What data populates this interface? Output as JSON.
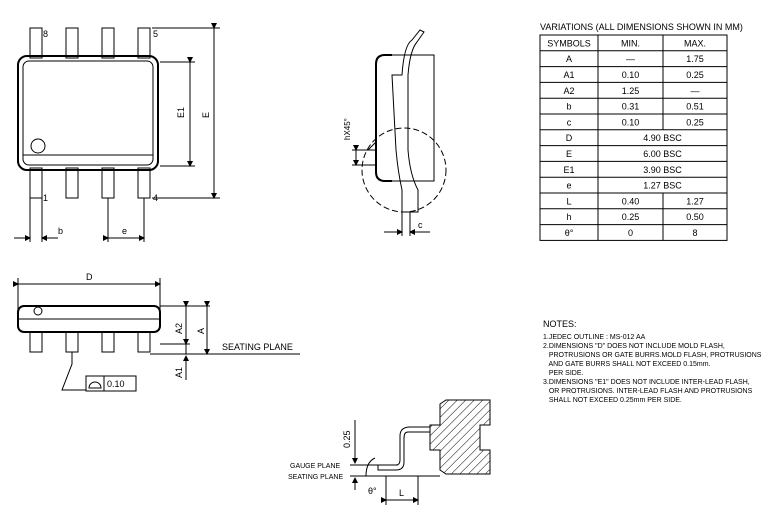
{
  "table": {
    "title": "VARIATIONS (ALL DIMENSIONS SHOWN IN MM)",
    "headers": [
      "SYMBOLS",
      "MIN.",
      "MAX."
    ],
    "rows": [
      {
        "symbol": "A",
        "min": "—",
        "max": "1.75"
      },
      {
        "symbol": "A1",
        "min": "0.10",
        "max": "0.25"
      },
      {
        "symbol": "A2",
        "min": "1.25",
        "max": "—"
      },
      {
        "symbol": "b",
        "min": "0.31",
        "max": "0.51"
      },
      {
        "symbol": "c",
        "min": "0.10",
        "max": "0.25"
      },
      {
        "symbol": "D",
        "span": "4.90 BSC"
      },
      {
        "symbol": "E",
        "span": "6.00 BSC"
      },
      {
        "symbol": "E1",
        "span": "3.90 BSC"
      },
      {
        "symbol": "e",
        "span": "1.27 BSC"
      },
      {
        "symbol": "L",
        "min": "0.40",
        "max": "1.27"
      },
      {
        "symbol": "h",
        "min": "0.25",
        "max": "0.50"
      },
      {
        "symbol": "θ°",
        "min": "0",
        "max": "8"
      }
    ]
  },
  "notes": {
    "heading": "NOTES:",
    "lines": [
      "1.JEDEC OUTLINE : MS-012 AA",
      "2.DIMENSIONS \"D\" DOES NOT INCLUDE MOLD FLASH,",
      "   PROTRUSIONS OR GATE BURRS.MOLD FLASH, PROTRUSIONS",
      "   AND GATE BURRS SHALL NOT EXCEED 0.15mm.",
      "   PER SIDE.",
      "3.DIMENSIONS \"E1\" DOES NOT INCLUDE INTER-LEAD FLASH,",
      "   OR PROTRUSIONS. INTER-LEAD FLASH AND PROTRUSIONS",
      "   SHALL NOT EXCEED 0.25mm PER SIDE."
    ]
  },
  "top_view": {
    "pin_8": "8",
    "pin_5": "5",
    "pin_1": "1",
    "pin_4": "4",
    "dim_e1": "E1",
    "dim_e": "E",
    "dim_b": "b",
    "dim_pitch": "e"
  },
  "side_view": {
    "dim_h": "hX45°",
    "dim_c": "c"
  },
  "front_view": {
    "dim_d": "D",
    "dim_a2": "A2",
    "dim_a": "A",
    "dim_a1": "A1",
    "seating_plane": "SEATING PLANE",
    "coplanarity": "0.10"
  },
  "detail_view": {
    "dim_025": "0.25",
    "gauge_plane": "GAUGE PLANE",
    "seating_plane": "SEATING PLANE",
    "theta": "θ°",
    "dim_l": "L"
  }
}
